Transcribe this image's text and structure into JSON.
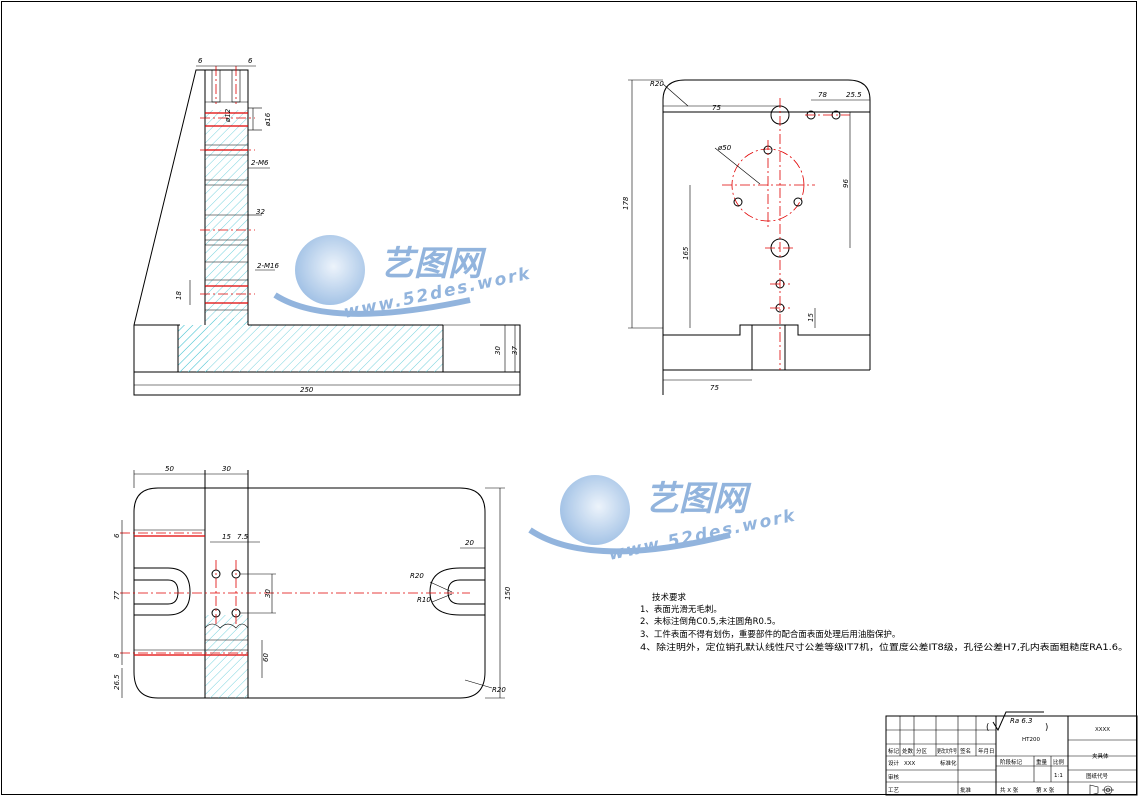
{
  "watermark": {
    "cn": "艺图网",
    "en": "www.52des.work"
  },
  "front_view": {
    "dims": {
      "top_left": "6",
      "top_right": "6",
      "d12": "ø12",
      "d16": "ø16",
      "m6_a": "2-M6",
      "w32": "32",
      "m16": "2-M16",
      "h18": "18",
      "h30": "30",
      "h37": "37",
      "w250": "250"
    }
  },
  "side_view": {
    "dims": {
      "r20": "R20",
      "w75_top": "75",
      "w78": "78",
      "w25_5": "25.5",
      "d50": "ø50",
      "h96": "96",
      "h178": "178",
      "h165": "165",
      "h15": "15",
      "w75_bot": "75"
    }
  },
  "top_view": {
    "dims": {
      "w50": "50",
      "w30": "30",
      "h6": "6",
      "w15": "15",
      "w7_5": "7.5",
      "w20": "20",
      "r20a": "R20",
      "r10": "R10",
      "h77": "77",
      "h30": "30",
      "h150": "150",
      "h8": "8",
      "h60": "60",
      "h26_5": "26.5",
      "r20b": "R20"
    }
  },
  "notes": {
    "title": "技术要求",
    "items": [
      "1、表面光滑无毛刺。",
      "2、未标注倒角C0.5,未注圆角R0.5。",
      "3、工件表面不得有划伤，重要部件的配合面表面处理后用油脂保护。",
      "4、除注明外，定位销孔默认线性尺寸公差等级IT7机，位置度公差IT8级，孔径公差H7,孔内表面粗糙度RA1.6。"
    ]
  },
  "roughness": {
    "label": "Ra 6.3"
  },
  "title_block": {
    "material": "HT200",
    "drawing_no": "XXXX",
    "part_name": "夹具体",
    "scale": "1:1",
    "scale_label": "比例",
    "weight_label": "重量",
    "stage_label": "阶段标记",
    "design_label": "设计",
    "designer": "XXX",
    "standard_label": "标准化",
    "review_label": "审核",
    "process_label": "工艺",
    "approve_label": "批准",
    "mark_label": "标记",
    "count_label": "处数",
    "zone_label": "分区",
    "change_label": "更改文件号",
    "sign_label": "签名",
    "date_label": "年月日",
    "sheet_total": "共 X 张",
    "sheet_no": "第 X 张",
    "drawing_code_label": "图纸代号"
  }
}
